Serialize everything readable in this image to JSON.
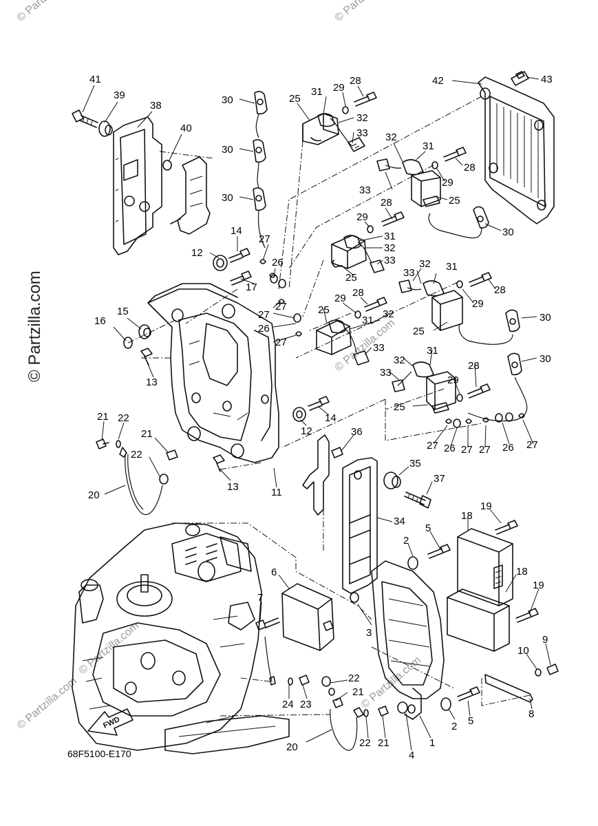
{
  "diagram": {
    "code": "68F5100-E170",
    "watermark_side": "© Partzilla.com",
    "watermark_faint": "© Partzilla.com",
    "fwd_label": "FWD",
    "callouts": [
      {
        "id": "c41",
        "label": "41"
      },
      {
        "id": "c39",
        "label": "39"
      },
      {
        "id": "c38",
        "label": "38"
      },
      {
        "id": "c40",
        "label": "40"
      },
      {
        "id": "c30a",
        "label": "30"
      },
      {
        "id": "c30b",
        "label": "30"
      },
      {
        "id": "c30c",
        "label": "30"
      },
      {
        "id": "c25a",
        "label": "25"
      },
      {
        "id": "c31a",
        "label": "31"
      },
      {
        "id": "c29a",
        "label": "29"
      },
      {
        "id": "c28a",
        "label": "28"
      },
      {
        "id": "c32a",
        "label": "32"
      },
      {
        "id": "c33a",
        "label": "33"
      },
      {
        "id": "c42",
        "label": "42"
      },
      {
        "id": "c43",
        "label": "43"
      },
      {
        "id": "c32b",
        "label": "32"
      },
      {
        "id": "c31b",
        "label": "31"
      },
      {
        "id": "c28b",
        "label": "28"
      },
      {
        "id": "c29b",
        "label": "29"
      },
      {
        "id": "c33b",
        "label": "33"
      },
      {
        "id": "c25b",
        "label": "25"
      },
      {
        "id": "c30d",
        "label": "30"
      },
      {
        "id": "c28c",
        "label": "28"
      },
      {
        "id": "c29c",
        "label": "29"
      },
      {
        "id": "c31c",
        "label": "31"
      },
      {
        "id": "c32c",
        "label": "32"
      },
      {
        "id": "c33c",
        "label": "33"
      },
      {
        "id": "c25c",
        "label": "25"
      },
      {
        "id": "c14a",
        "label": "14"
      },
      {
        "id": "c12a",
        "label": "12"
      },
      {
        "id": "c27a",
        "label": "27"
      },
      {
        "id": "c26a",
        "label": "26"
      },
      {
        "id": "c17",
        "label": "17"
      },
      {
        "id": "c27b",
        "label": "27"
      },
      {
        "id": "c27c",
        "label": "27"
      },
      {
        "id": "c26b",
        "label": "26"
      },
      {
        "id": "c27d",
        "label": "27"
      },
      {
        "id": "c15",
        "label": "15"
      },
      {
        "id": "c16",
        "label": "16"
      },
      {
        "id": "c13a",
        "label": "13"
      },
      {
        "id": "c33d",
        "label": "33"
      },
      {
        "id": "c32d",
        "label": "32"
      },
      {
        "id": "c31d",
        "label": "31"
      },
      {
        "id": "c28d",
        "label": "28"
      },
      {
        "id": "c29d",
        "label": "29"
      },
      {
        "id": "c25d",
        "label": "25"
      },
      {
        "id": "c30e",
        "label": "30"
      },
      {
        "id": "c28e",
        "label": "28"
      },
      {
        "id": "c29e",
        "label": "29"
      },
      {
        "id": "c31e",
        "label": "31"
      },
      {
        "id": "c32e",
        "label": "32"
      },
      {
        "id": "c33e",
        "label": "33"
      },
      {
        "id": "c25e",
        "label": "25"
      },
      {
        "id": "c25f",
        "label": "25"
      },
      {
        "id": "c31f",
        "label": "31"
      },
      {
        "id": "c32f",
        "label": "32"
      },
      {
        "id": "c33f",
        "label": "33"
      },
      {
        "id": "c28f",
        "label": "28"
      },
      {
        "id": "c29f",
        "label": "29"
      },
      {
        "id": "c30f",
        "label": "30"
      },
      {
        "id": "c14b",
        "label": "14"
      },
      {
        "id": "c12b",
        "label": "12"
      },
      {
        "id": "c27e",
        "label": "27"
      },
      {
        "id": "c26c",
        "label": "26"
      },
      {
        "id": "c27f",
        "label": "27"
      },
      {
        "id": "c27g",
        "label": "27"
      },
      {
        "id": "c26d",
        "label": "26"
      },
      {
        "id": "c27h",
        "label": "27"
      },
      {
        "id": "c21a",
        "label": "21"
      },
      {
        "id": "c22a",
        "label": "22"
      },
      {
        "id": "c21b",
        "label": "21"
      },
      {
        "id": "c22b",
        "label": "22"
      },
      {
        "id": "c20a",
        "label": "20"
      },
      {
        "id": "c36",
        "label": "36"
      },
      {
        "id": "c13b",
        "label": "13"
      },
      {
        "id": "c11",
        "label": "11"
      },
      {
        "id": "c35",
        "label": "35"
      },
      {
        "id": "c37",
        "label": "37"
      },
      {
        "id": "c34",
        "label": "34"
      },
      {
        "id": "c18a",
        "label": "18"
      },
      {
        "id": "c19a",
        "label": "19"
      },
      {
        "id": "c5a",
        "label": "5"
      },
      {
        "id": "c2a",
        "label": "2"
      },
      {
        "id": "c18b",
        "label": "18"
      },
      {
        "id": "c19b",
        "label": "19"
      },
      {
        "id": "c6",
        "label": "6"
      },
      {
        "id": "c7",
        "label": "7"
      },
      {
        "id": "c3",
        "label": "3"
      },
      {
        "id": "c9",
        "label": "9"
      },
      {
        "id": "c10",
        "label": "10"
      },
      {
        "id": "c8",
        "label": "8"
      },
      {
        "id": "c22c",
        "label": "22"
      },
      {
        "id": "c21c",
        "label": "21"
      },
      {
        "id": "c24",
        "label": "24"
      },
      {
        "id": "c23",
        "label": "23"
      },
      {
        "id": "c2b",
        "label": "2"
      },
      {
        "id": "c5b",
        "label": "5"
      },
      {
        "id": "c1",
        "label": "1"
      },
      {
        "id": "c4",
        "label": "4"
      },
      {
        "id": "c20b",
        "label": "20"
      },
      {
        "id": "c22d",
        "label": "22"
      },
      {
        "id": "c21d",
        "label": "21"
      }
    ]
  }
}
